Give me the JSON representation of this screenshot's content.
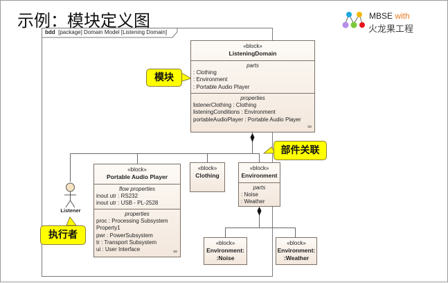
{
  "slide": {
    "title": "示例：模块定义图",
    "logo": {
      "line1_main": "MBSE ",
      "line1_accent": "with",
      "line2": "火龙果工程",
      "node_colors": [
        "#1fa8e0",
        "#f5b800",
        "#b58ee6",
        "#7cc83a",
        "#e8141b"
      ],
      "accent_color": "#e87d1e"
    }
  },
  "diagram": {
    "frame": {
      "kind": "bdd",
      "label": "[package] Domain Model [Listening Domain]"
    },
    "blocks": {
      "listening_domain": {
        "stereotype": "«block»",
        "name": "ListeningDomain",
        "parts_title": "parts",
        "parts": [
          ": Clothing",
          ": Environment",
          ": Portable Audio Player"
        ],
        "properties_title": "properties",
        "properties": [
          "listenerClothing : Clothing",
          "listeningConditions : Environment",
          "portableAudioPlayer : Portable Audio Player"
        ]
      },
      "portable_audio_player": {
        "stereotype": "«block»",
        "name": "Portable Audio Player",
        "flow_title": "flow properties",
        "flow_properties": [
          "inout utr : RS232",
          "inout utr : USB - PL-2528"
        ],
        "properties_title": "properties",
        "properties": [
          "proc : Processing Subsystem",
          "Property1",
          "pwr : PowerSubsystem",
          "tr : Transport Subsystem",
          "ui : User Interface"
        ]
      },
      "clothing": {
        "stereotype": "«block»",
        "name": "Clothing"
      },
      "environment": {
        "stereotype": "«block»",
        "name": "Environment",
        "parts_title": "parts",
        "parts": [
          ": Noise",
          ": Weather"
        ]
      },
      "env_noise": {
        "stereotype": "«block»",
        "name_line1": "Environment:",
        "name_line2": ":Noise"
      },
      "env_weather": {
        "stereotype": "«block»",
        "name_line1": "Environment:",
        "name_line2": ":Weather"
      }
    },
    "actor": {
      "name": "Listener"
    },
    "callouts": {
      "block": "模块",
      "part_association": "部件关联",
      "actor": "执行者"
    }
  }
}
